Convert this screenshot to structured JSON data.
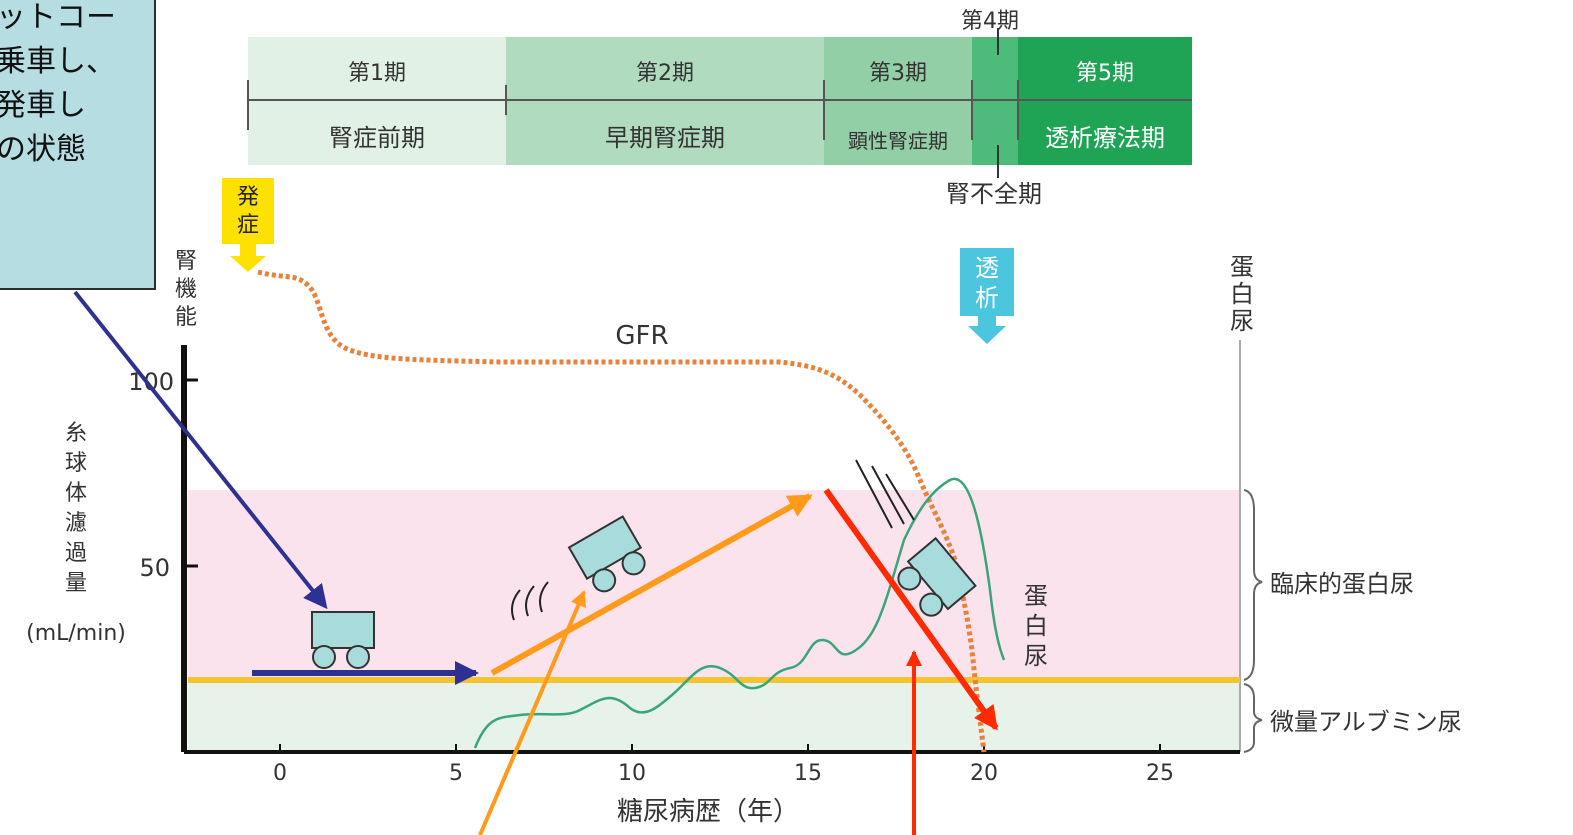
{
  "callout": {
    "lines": [
      "ットコー",
      "乗車し、",
      "発車し",
      "の状態"
    ],
    "fill": "#b6dde1"
  },
  "stages": {
    "top_labels": [
      "第1期",
      "第2期",
      "第3期",
      "",
      "第5期"
    ],
    "bottom_labels": [
      "腎症前期",
      "早期腎症期",
      "顕性腎症期",
      "",
      "透析療法期"
    ],
    "stage4_label": "第4期",
    "renal_failure_label": "腎不全期",
    "colors": [
      "#e2f1e6",
      "#b1dbbf",
      "#93cfa6",
      "#4dbb7a",
      "#1fa456"
    ]
  },
  "markers": {
    "onset": "発症",
    "dialysis": "透析",
    "onset_color": "#ffe100",
    "dialysis_color": "#4cc6de"
  },
  "axes": {
    "renal_function_label": "腎機能",
    "y_label": "糸球体濾過量",
    "y_unit": "(mL/min)",
    "x_label": "糖尿病歴（年）",
    "x_ticks": [
      "0",
      "5",
      "10",
      "15",
      "20",
      "25"
    ],
    "y_ticks": [
      "100",
      "50"
    ],
    "proteinuria_axis_label": "蛋白尿"
  },
  "curves": {
    "gfr_label": "GFR",
    "protein_label": "蛋白尿",
    "gfr_color": "#e8823a",
    "protein_color": "#3aa57a",
    "threshold_color": "#f4c430"
  },
  "bands": {
    "clinical": "臨床的蛋白尿",
    "micro": "微量アルブミン尿",
    "clinical_color": "#fbe3ee",
    "micro_color": "#e6f2ea"
  },
  "arrows": {
    "blue": "#2e3192",
    "orange": "#ff9a1a",
    "red": "#ff2a00"
  },
  "cart_color": "#a8dcdc"
}
